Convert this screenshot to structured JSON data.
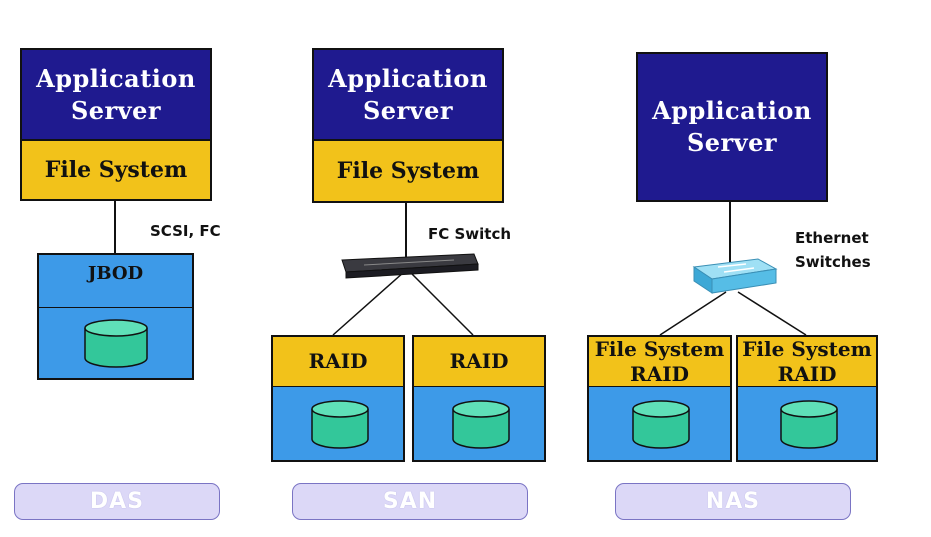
{
  "das": {
    "app_line1": "Application",
    "app_line2": "Server",
    "fs": "File System",
    "link_label": "SCSI, FC",
    "storage": "JBOD",
    "category": "DAS"
  },
  "san": {
    "app_line1": "Application",
    "app_line2": "Server",
    "fs": "File System",
    "switch_label": "FC Switch",
    "raid_left": "RAID",
    "raid_right": "RAID",
    "category": "SAN"
  },
  "nas": {
    "app_line1": "Application",
    "app_line2": "Server",
    "switch_label_line1": "Ethernet",
    "switch_label_line2": "Switches",
    "left_fs": "File System",
    "left_raid": "RAID",
    "right_fs": "File System",
    "right_raid": "RAID",
    "category": "NAS"
  },
  "colors": {
    "server": "#1f1a8f",
    "file_system": "#f2c21a",
    "storage": "#3d9ae8",
    "disk": "#33c79a",
    "category_pill": "#dcd8f7"
  },
  "icons": [
    "fc-switch-icon",
    "ethernet-switch-icon",
    "disk-icon"
  ]
}
